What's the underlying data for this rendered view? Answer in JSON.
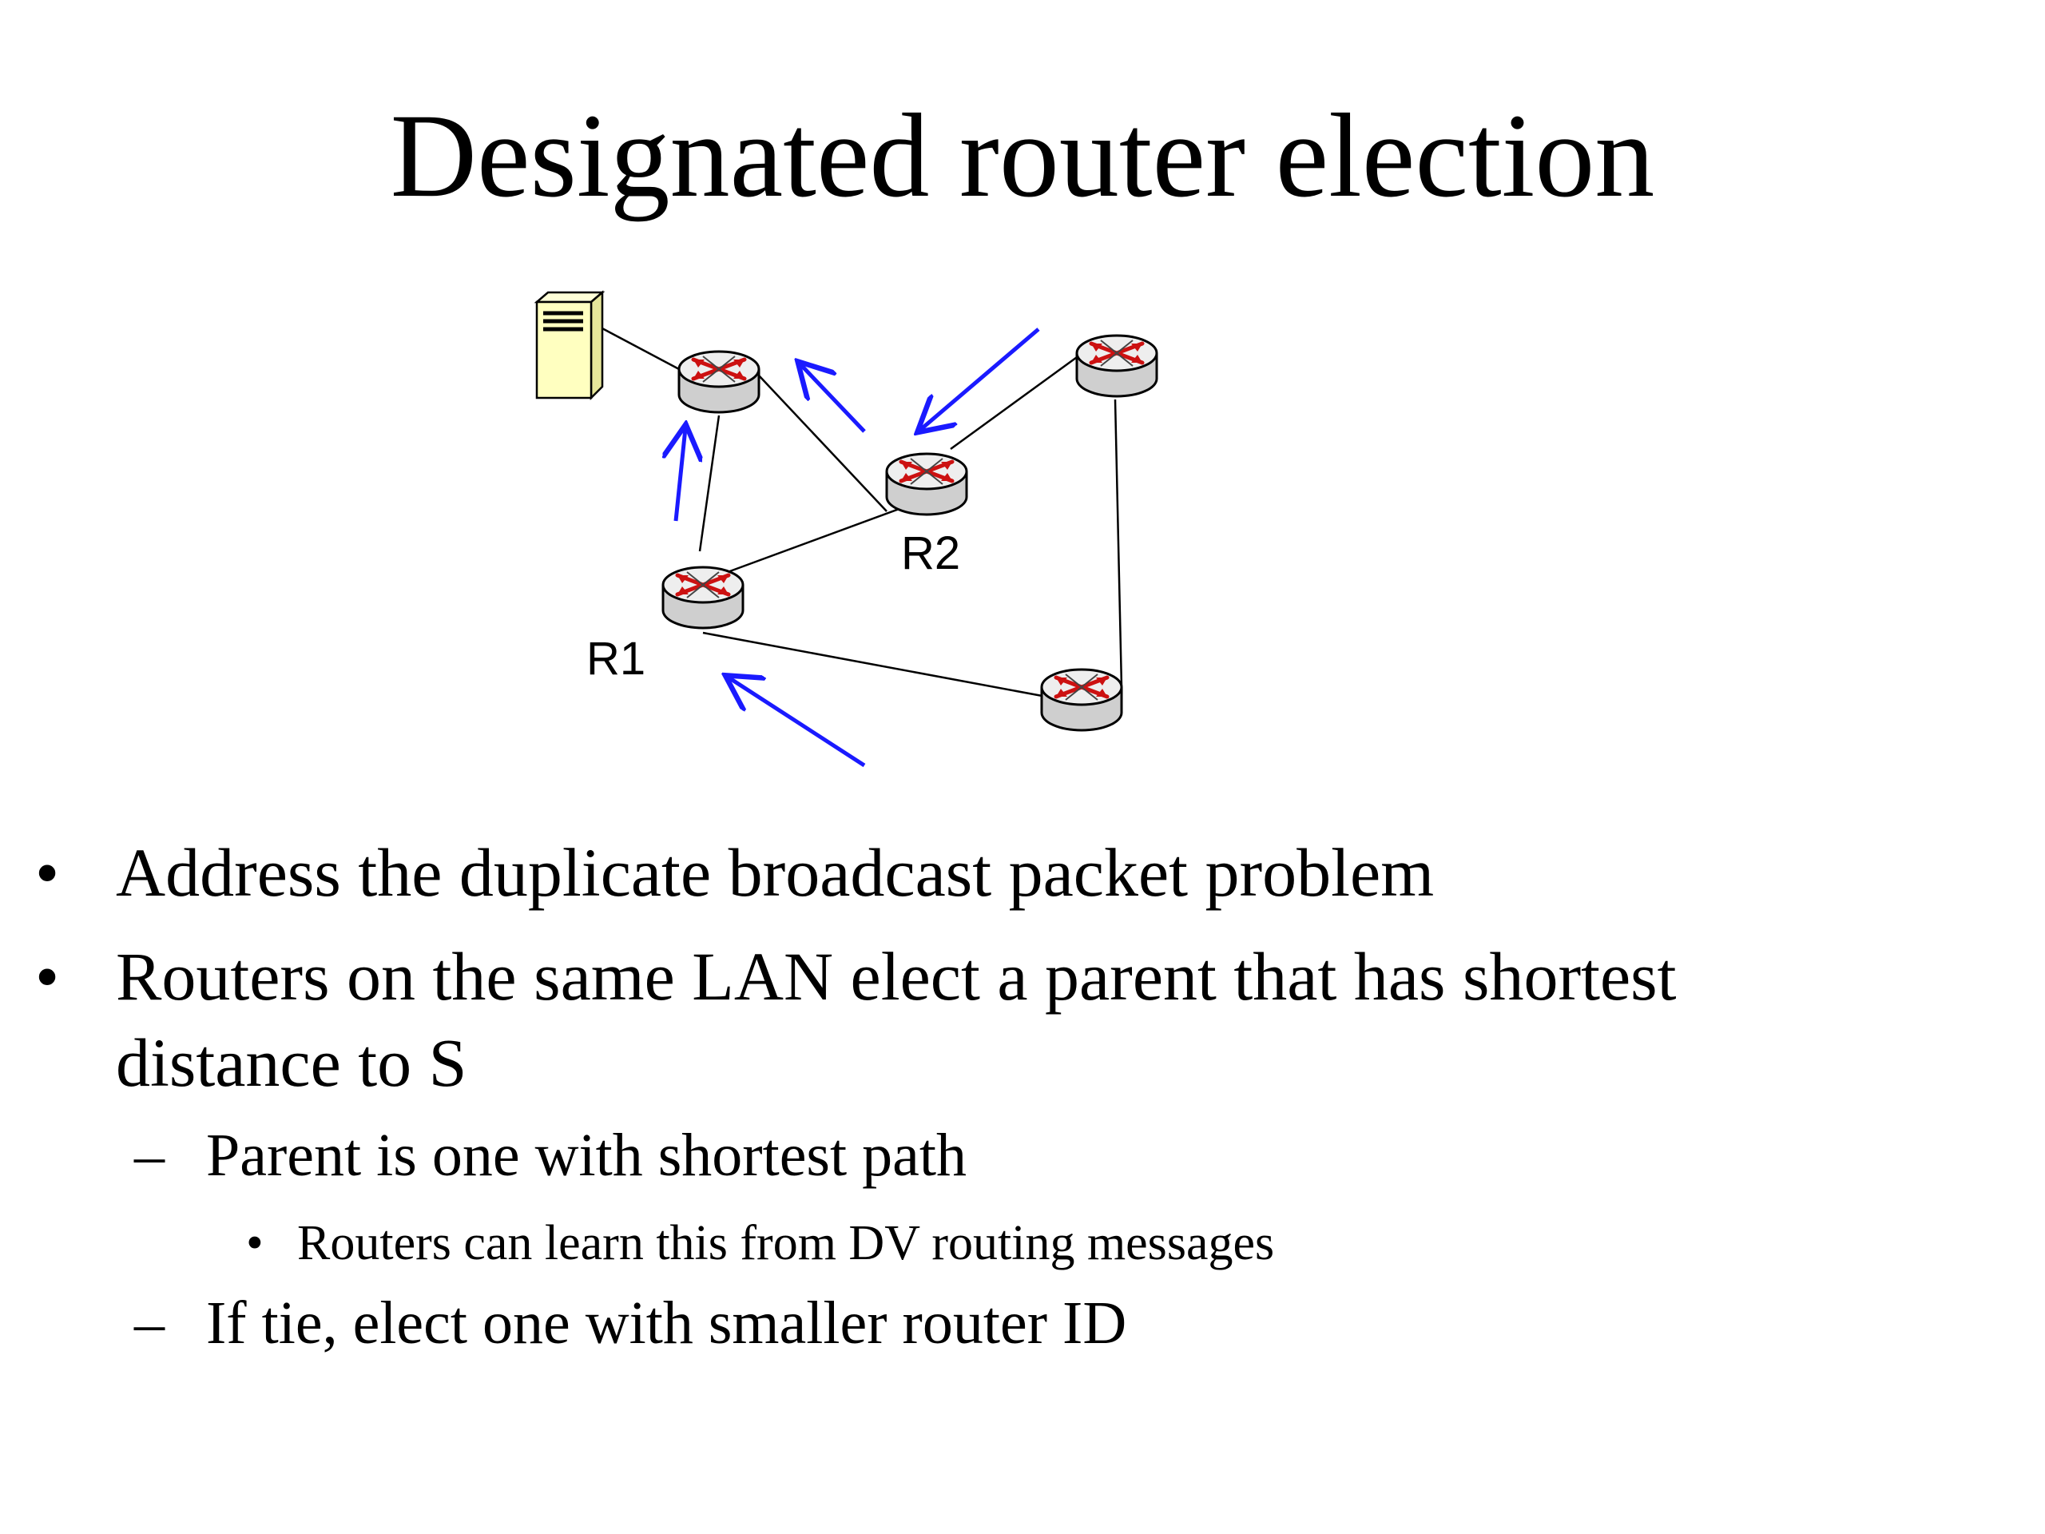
{
  "slide": {
    "title": "Designated router election"
  },
  "diagram": {
    "router_labels": {
      "r1": "R1",
      "r2": "R2"
    },
    "colors": {
      "arrow": "#1a1aff",
      "link": "#000000",
      "router_body": "#d8d8d8",
      "router_arrows": "#cc1111",
      "server_body": "#ffffc0"
    },
    "icons": [
      "server-icon",
      "router-icon"
    ]
  },
  "bullets": [
    {
      "level": 1,
      "marker": "•",
      "text": "Address the duplicate broadcast packet problem"
    },
    {
      "level": 1,
      "marker": "•",
      "text": "Routers on the same LAN elect a parent that has shortest",
      "continuation": "distance to S"
    },
    {
      "level": 2,
      "marker": "–",
      "text": "Parent is one with shortest path"
    },
    {
      "level": 3,
      "marker": "•",
      "text": "Routers can learn this from DV routing messages"
    },
    {
      "level": 2,
      "marker": "–",
      "text": "If tie, elect one with smaller router ID"
    }
  ]
}
